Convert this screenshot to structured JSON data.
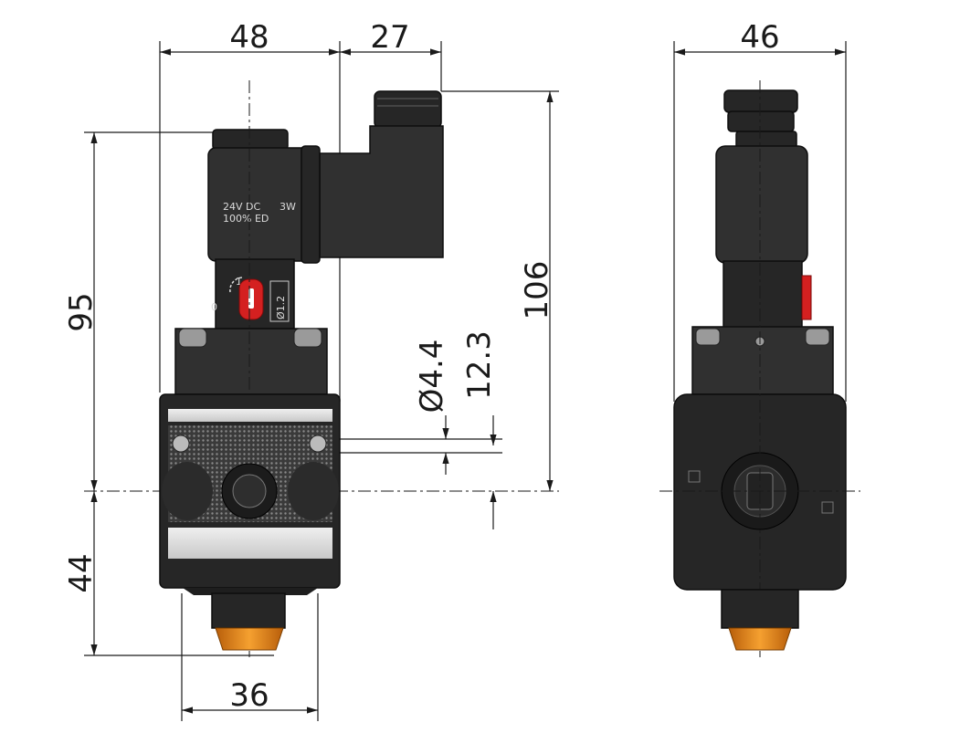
{
  "drawing": {
    "dimensions": {
      "width_48": "48",
      "width_27": "27",
      "width_46": "46",
      "height_95": "95",
      "height_106": "106",
      "height_44": "44",
      "width_36": "36",
      "hole_dia": "Ø4.4",
      "offset_12_3": "12.3"
    },
    "coil_label": {
      "line1": "24V DC",
      "line2": "100% ED",
      "power": "3W"
    },
    "orifice_label": "Ø1.2",
    "manual_override": {
      "pos0": "0",
      "pos1": "1"
    },
    "colors": {
      "body": "#262626",
      "insert": "#d8d8d8",
      "plug_orange": "#e88a1a",
      "override_red": "#d42020"
    }
  }
}
